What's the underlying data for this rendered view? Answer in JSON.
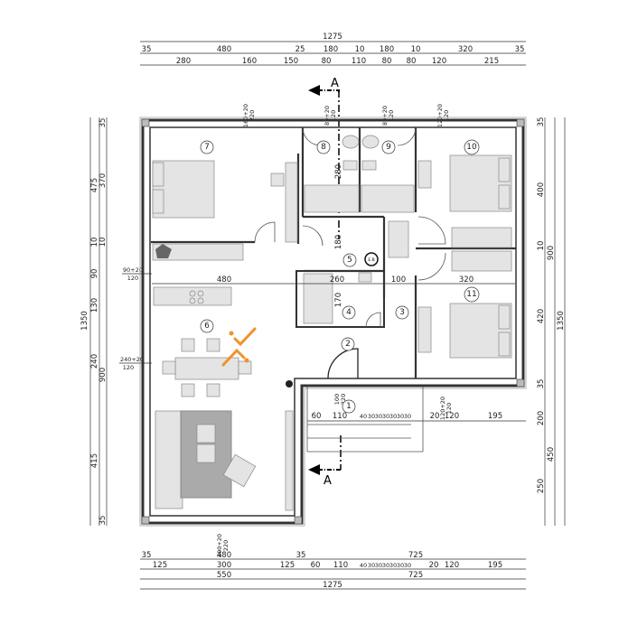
{
  "section_label": "A",
  "top_dims": {
    "overall": "1275",
    "row1": [
      "35",
      "480",
      "25",
      "180",
      "10",
      "180",
      "10",
      "320",
      "35"
    ],
    "row2": [
      "280",
      "160",
      "150",
      "80",
      "110",
      "80",
      "80",
      "120",
      "215"
    ],
    "openings": [
      [
        "160+20",
        "220"
      ],
      [
        "80+20",
        "120"
      ],
      [
        "80+20",
        "120"
      ],
      [
        "120+20",
        "120"
      ]
    ]
  },
  "left_dims": {
    "overall": "1350",
    "outer": [
      "475",
      "10",
      "90",
      "130",
      "240",
      "415"
    ],
    "inner": [
      "35",
      "370",
      "10",
      "900",
      "35"
    ],
    "openings": [
      [
        "90+20",
        "120"
      ],
      [
        "240+20",
        "120"
      ]
    ]
  },
  "right_dims": {
    "inner": [
      "35",
      "400",
      "10",
      "420",
      "35",
      "200",
      "250"
    ],
    "mid": [
      "900",
      "450"
    ],
    "overall": "1350"
  },
  "bottom_dims": {
    "row1": [
      "35",
      "480",
      "35",
      "725"
    ],
    "row2": [
      "125",
      "300",
      "125",
      "60",
      "110",
      "40",
      "30",
      "30",
      "30",
      "30",
      "30",
      "30",
      "20",
      "120",
      "195"
    ],
    "row3": [
      "550",
      "725"
    ],
    "overall": "1275",
    "opening": [
      "300+20",
      "220"
    ]
  },
  "interior_dims": {
    "horizontal": [
      "480",
      "260",
      "100",
      "320"
    ],
    "vertical": [
      "280",
      "180",
      "170"
    ],
    "entry": [
      "60",
      "110",
      "40",
      "30",
      "30",
      "30",
      "30",
      "30",
      "30",
      "20",
      "120",
      "195"
    ],
    "door_opening": [
      "100",
      "220"
    ],
    "window_opening": [
      "120+20",
      "120"
    ]
  },
  "rooms": [
    "1",
    "2",
    "3",
    "4",
    "5",
    "6",
    "7",
    "8",
    "9",
    "10",
    "11"
  ],
  "boiler_label": "E.B",
  "colors": {
    "wall": "#333333",
    "furniture": "#e4e4e4",
    "logo": "#f0922e"
  }
}
